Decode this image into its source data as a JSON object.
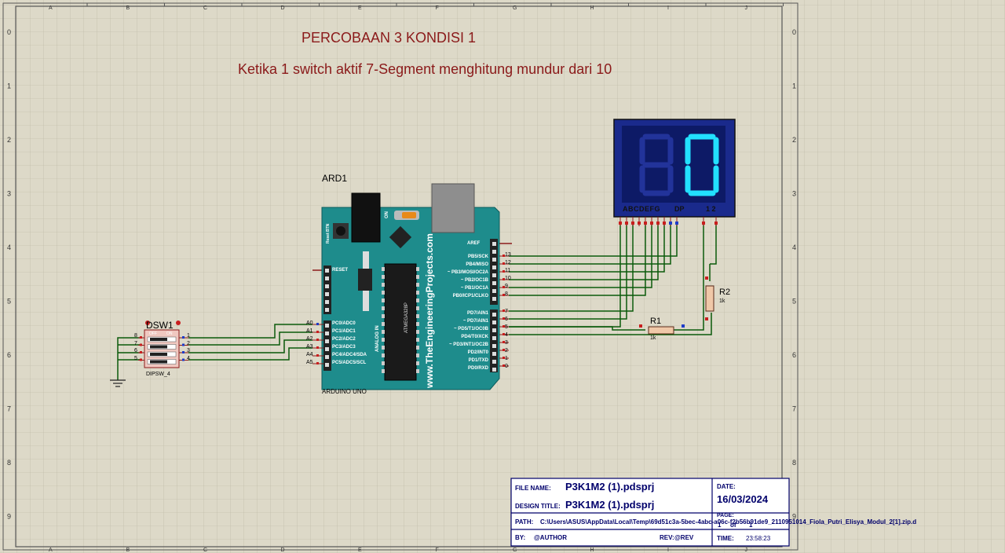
{
  "title": {
    "line1": "PERCOBAAN 3 KONDISI 1",
    "line2": "Ketika 1 switch aktif 7-Segment menghitung mundur dari 10"
  },
  "colors": {
    "background": "#ddd9c8",
    "grid": "#b9b5a2",
    "title": "#8b1a1a",
    "wire": "#0b5a0b",
    "board": "#1e8c8c",
    "display": "#1a2a8c",
    "segment": "#22e0ff"
  },
  "border": {
    "columns": [
      "A",
      "B",
      "C",
      "D",
      "E",
      "F",
      "G",
      "H",
      "I",
      "J"
    ],
    "rows": [
      "0",
      "1",
      "2",
      "3",
      "4",
      "5",
      "6",
      "7",
      "8",
      "9"
    ]
  },
  "arduino": {
    "ref": "ARD1",
    "name": "ARDUINO UNO",
    "website": "www.TheEngineeringProjects.com",
    "chip": "ATMEGA328P",
    "reset_btn": "Reset BTN",
    "on_label": "ON",
    "analog_in": "ANALOG IN",
    "reset_pin": "RESET",
    "aref": "AREF",
    "analog_pins": [
      "PC0/ADC0",
      "PC1/ADC1",
      "PC2/ADC2",
      "PC3/ADC3",
      "PC4/ADC4/SDA",
      "PC5/ADC5/SCL"
    ],
    "analog_nums": [
      "A0",
      "A1",
      "A2",
      "A3",
      "A4",
      "A5"
    ],
    "digital_high_pins": [
      "PB5/SCK",
      "PB4/MISO",
      "~ PB3/MOSI/OC2A",
      "~ PB2/OC1B",
      "~ PB1/OC1A",
      "PB0/ICP1/CLKO"
    ],
    "digital_high_nums": [
      "13",
      "12",
      "11",
      "10",
      "9",
      "8"
    ],
    "digital_low_pins": [
      "PD7/AIN1",
      "~ PD7/AIN1",
      "~ PD5/T1/OC0B",
      "PD4/T0/XCK",
      "~ PD3/INT1/OC2B",
      "PD2/INT0",
      "PD1/TXD",
      "PD0/RXD"
    ],
    "digital_low_nums": [
      "7",
      "6",
      "5",
      "4",
      "3",
      "2",
      "1",
      "0"
    ]
  },
  "dipswitch": {
    "ref": "DSW1",
    "name": "DIPSW_4",
    "off": "OFF",
    "on": "ON",
    "left_nums": [
      "8",
      "7",
      "6",
      "5"
    ],
    "right_nums": [
      "1",
      "2",
      "3",
      "4"
    ]
  },
  "display7": {
    "digit": "0",
    "pin_label_segments": "ABCDEFG",
    "pin_label_dp": "DP",
    "pin_label_common": "1 2"
  },
  "resistors": [
    {
      "ref": "R1",
      "value": "1k"
    },
    {
      "ref": "R2",
      "value": "1k"
    }
  ],
  "title_block": {
    "file_name_label": "FILE NAME:",
    "file_name": "P3K1M2 (1).pdsprj",
    "design_title_label": "DESIGN TITLE:",
    "design_title": "P3K1M2 (1).pdsprj",
    "path_label": "PATH:",
    "path": "C:\\Users\\ASUS\\AppData\\Local\\Temp\\69d51c3a-5bec-4abc-a06c-f2b56b91de9_2110951014_Fiola_Putri_Elisya_Modul_2[1].zip.d",
    "by_label": "BY:",
    "author": "@AUTHOR",
    "rev_label": "REV:",
    "rev": "@REV",
    "date_label": "DATE:",
    "date": "16/03/2024",
    "page_label": "PAGE:",
    "page": "1",
    "page_of": "of",
    "page_total": "1",
    "time_label": "TIME:",
    "time": "23:58:23"
  }
}
